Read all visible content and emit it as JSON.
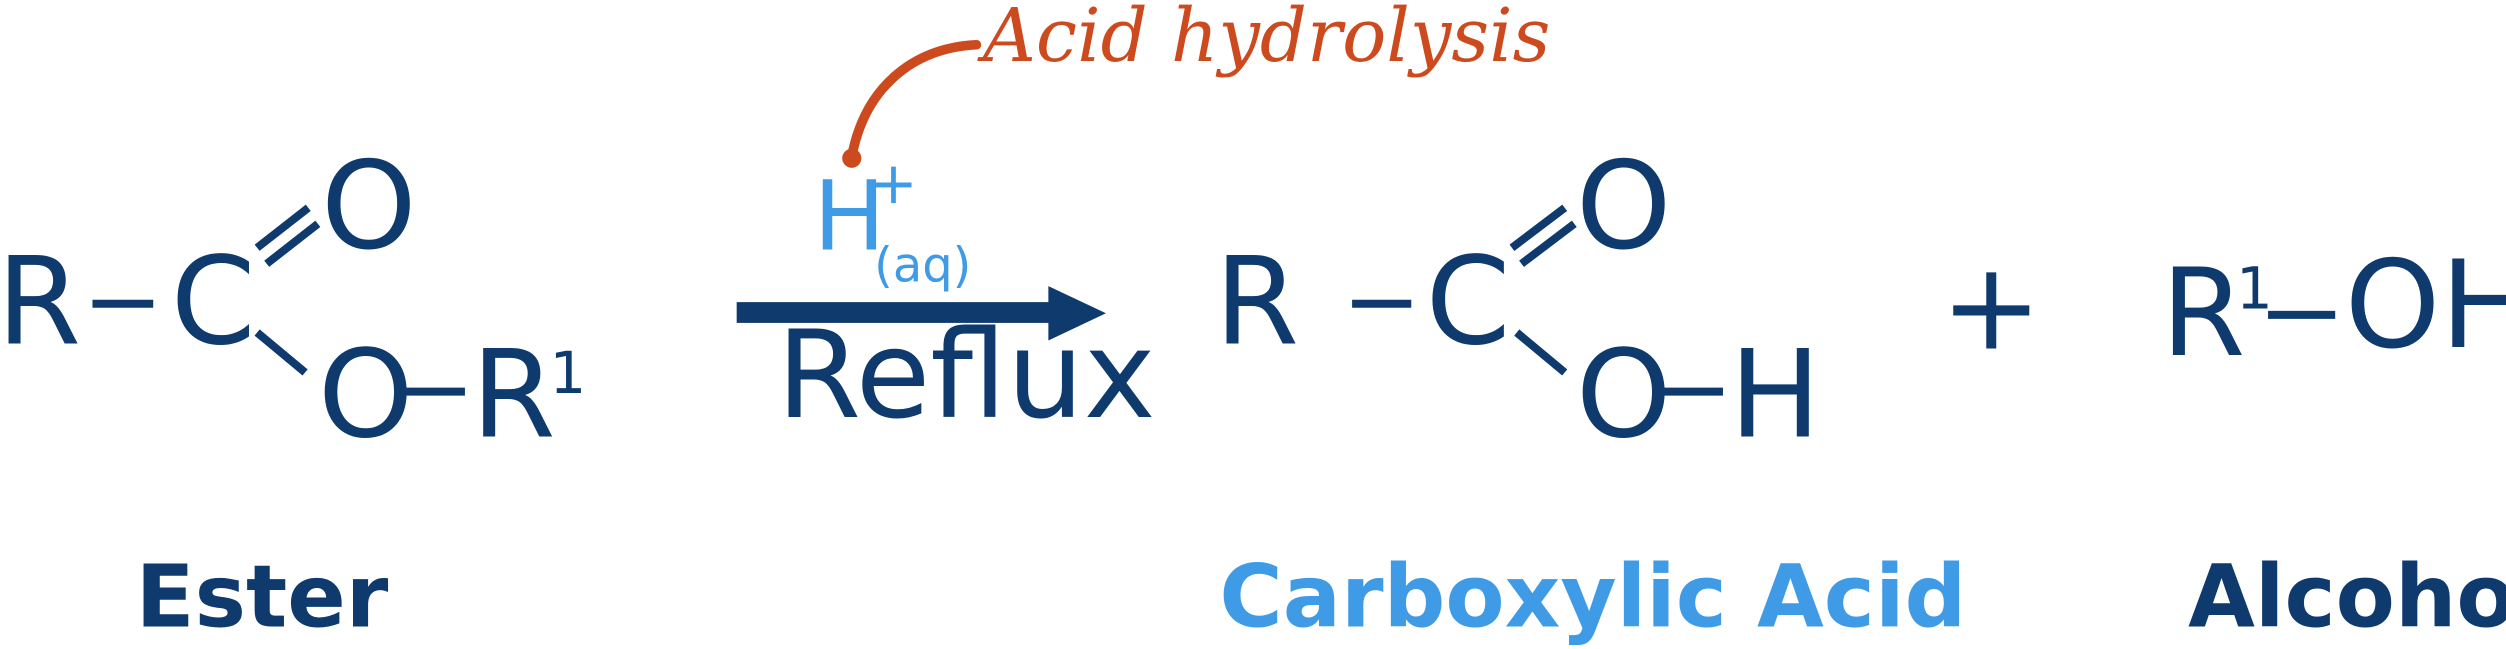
{
  "colors": {
    "structure": "#0e3a6e",
    "catalyst": "#3f9be6",
    "annotation": "#cc4a1e",
    "product_label": "#3f9be6"
  },
  "ester": {
    "r": "R",
    "c": "C",
    "o_double": "O",
    "o_single": "O",
    "r1": "R",
    "r1_sup": "1",
    "label": "Ester"
  },
  "conditions": {
    "catalyst": "H",
    "charge": "+",
    "state": "(aq)",
    "condition": "Reflux",
    "annotation": "Acid hydrolysis"
  },
  "acid": {
    "r": "R",
    "c": "C",
    "o_double": "O",
    "o_single": "O",
    "h": "H",
    "label": "Carboxylic Acid"
  },
  "plus": "+",
  "alcohol": {
    "r": "R",
    "r_sup": "1",
    "oh": "OH",
    "label": "Alcohol"
  }
}
